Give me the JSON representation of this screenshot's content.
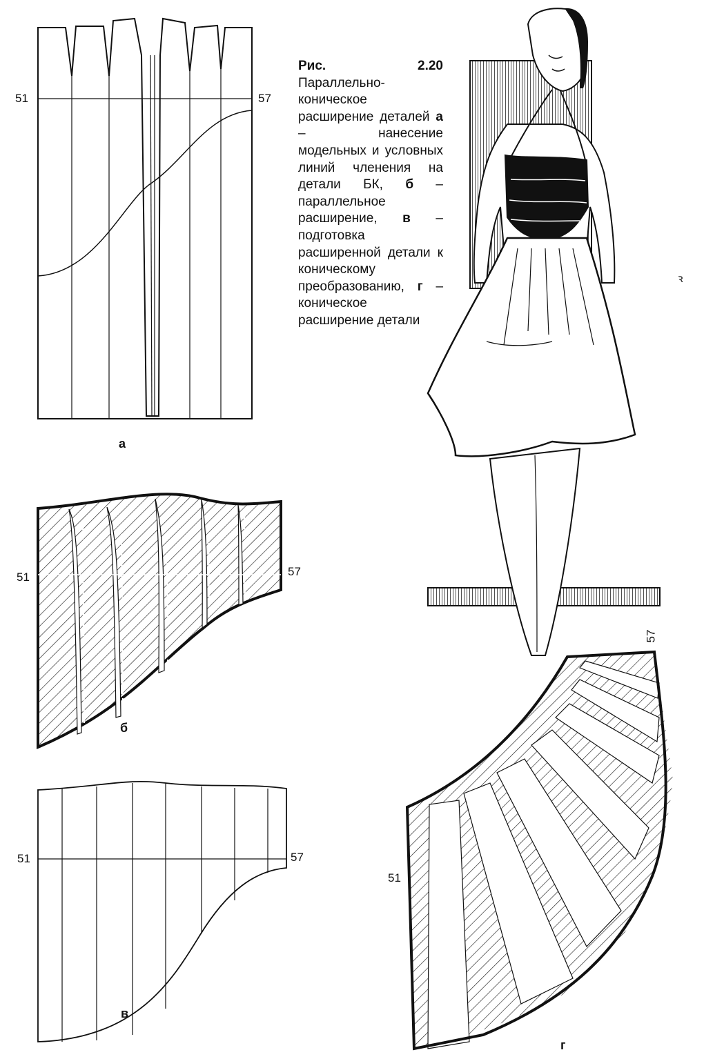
{
  "caption": {
    "fig": "Рис. 2.20",
    "intro": "Параллельно-коническое расширение деталей",
    "a_key": "а",
    "a_text": "– нанесение модельных и условных линий членения на детали БК,",
    "b_key": "б",
    "b_text": "– параллельное расширение,",
    "v_key": "в",
    "v_text": "– подготовка расширенной детали к коническому преобразованию,",
    "g_key": "г",
    "g_text": "– коническое расширение детали"
  },
  "panels": {
    "a": {
      "label": "а",
      "left": "51",
      "right": "57"
    },
    "b": {
      "label": "б",
      "left": "51",
      "right": "57"
    },
    "v": {
      "label": "в",
      "left": "51",
      "right": "57"
    },
    "g": {
      "label": "г",
      "left": "51",
      "right": "57"
    }
  },
  "stray_mark": "ꝛ"
}
